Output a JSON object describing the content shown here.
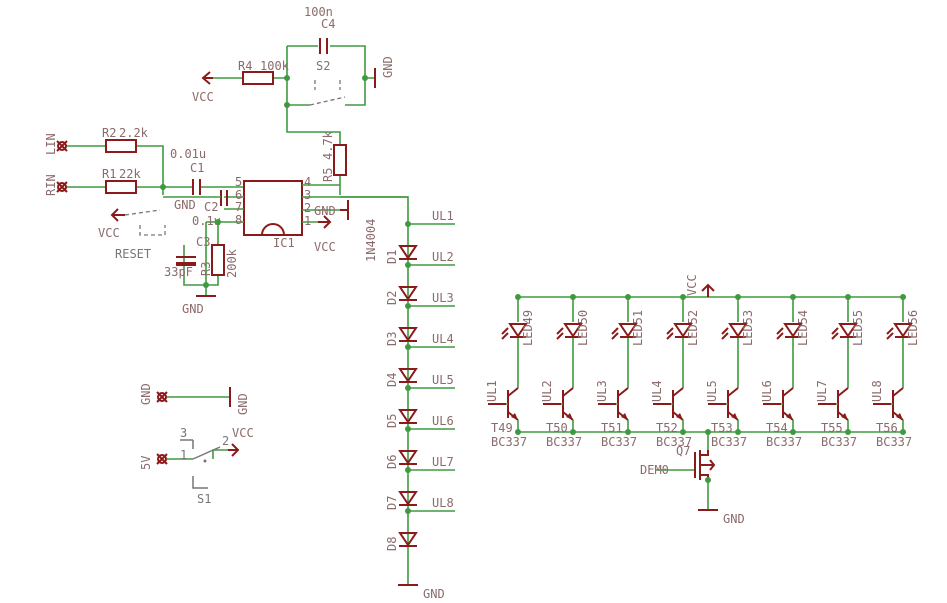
{
  "colors": {
    "wire": "#3f9a3f",
    "part": "#8b1a1a",
    "label": "#8b6b6b",
    "switch": "#777777"
  },
  "components": {
    "r4": {
      "name": "R4",
      "value": "100k"
    },
    "c4": {
      "name": "C4",
      "value": "100n"
    },
    "s2": {
      "name": "S2"
    },
    "r2": {
      "name": "R2",
      "value": "2.2k"
    },
    "r1": {
      "name": "R1",
      "value": "22k"
    },
    "c1": {
      "name": "C1",
      "value": "0.01u"
    },
    "c2": {
      "name": "C2",
      "value": "0.1u"
    },
    "c3": {
      "name": "C3",
      "value": "33pF"
    },
    "r3": {
      "name": "R3",
      "value": "200k"
    },
    "r5": {
      "name": "R5",
      "value": "4.7k"
    },
    "ic1": {
      "name": "IC1",
      "pins": [
        "5",
        "6",
        "7",
        "8",
        "4",
        "3",
        "2",
        "1"
      ]
    },
    "s1": {
      "name": "S1",
      "pin3": "3",
      "pin1": "1",
      "pin2": "2"
    },
    "reset": {
      "name": "RESET"
    },
    "diode_value": "1N4004",
    "q7": {
      "name": "Q7",
      "value": "DEM0"
    }
  },
  "connectors": {
    "lin": "LIN",
    "rin": "RIN",
    "gnd": "GND",
    "v5": "5V"
  },
  "nets": {
    "vcc": "VCC",
    "gnd": "GND"
  },
  "diodes": [
    "D1",
    "D2",
    "D3",
    "D4",
    "D5",
    "D6",
    "D7",
    "D8"
  ],
  "ul_nets": [
    "UL1",
    "UL2",
    "UL3",
    "UL4",
    "UL5",
    "UL6",
    "UL7",
    "UL8"
  ],
  "leds": [
    "LED49",
    "LED50",
    "LED51",
    "LED52",
    "LED53",
    "LED54",
    "LED55",
    "LED56"
  ],
  "transistors": [
    "T49",
    "T50",
    "T51",
    "T52",
    "T53",
    "T54",
    "T55",
    "T56"
  ],
  "transistor_value": "BC337",
  "base_nets": [
    "UL1",
    "UL2",
    "UL3",
    "UL4",
    "UL5",
    "UL6",
    "UL7",
    "UL8"
  ]
}
